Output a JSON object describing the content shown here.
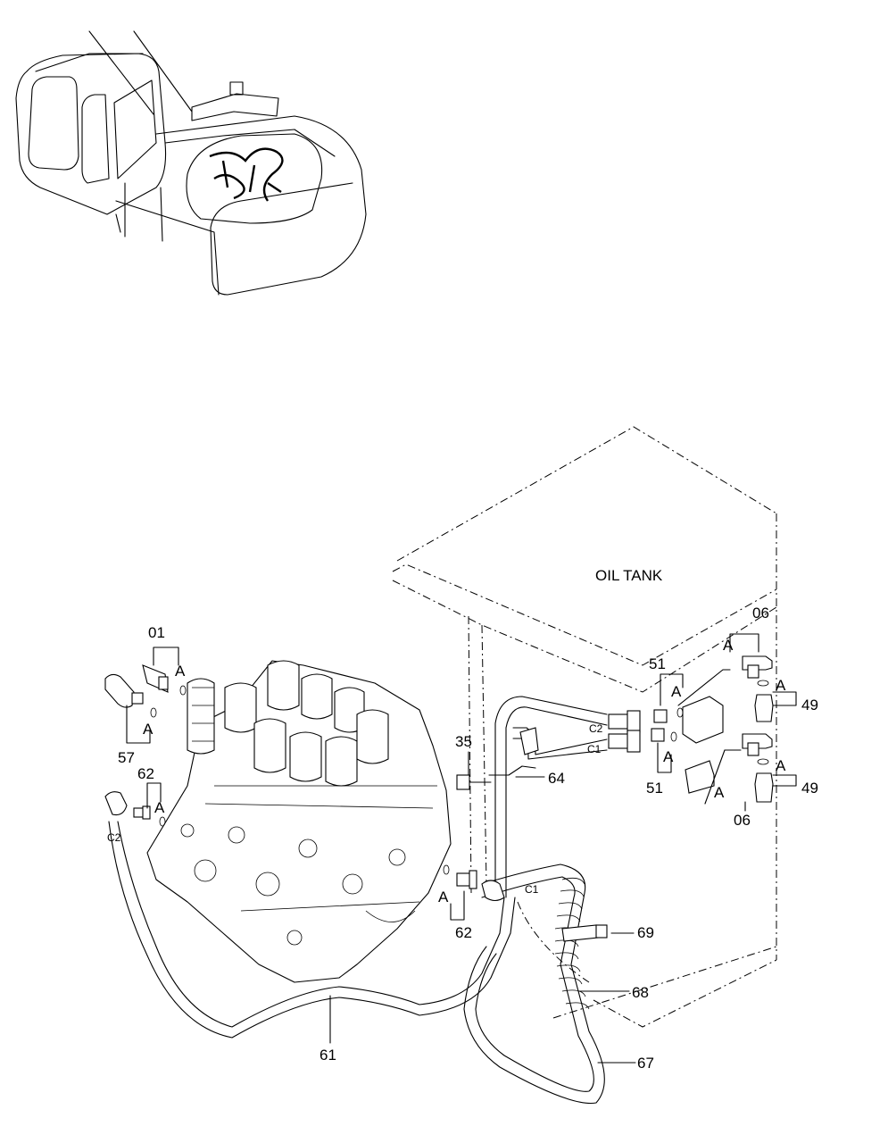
{
  "labels": {
    "oil_tank": "OIL TANK",
    "letter_a": "A",
    "c1": "C1",
    "c2": "C2"
  },
  "part_numbers": {
    "p01": "01",
    "p06": "06",
    "p35": "35",
    "p49": "49",
    "p51": "51",
    "p57": "57",
    "p61": "61",
    "p62": "62",
    "p64": "64",
    "p67": "67",
    "p68": "68",
    "p69": "69"
  },
  "colors": {
    "line": "#000000",
    "background": "#ffffff"
  }
}
